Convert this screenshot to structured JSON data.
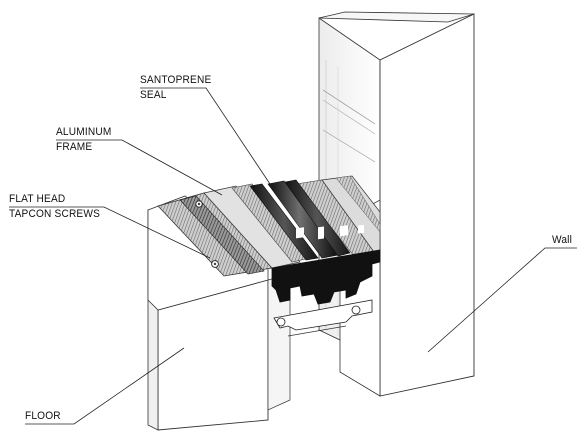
{
  "labels": {
    "seal": [
      "SANTOPRENE",
      "SEAL"
    ],
    "frame": [
      "ALUMINUM",
      "FRAME"
    ],
    "screws": [
      "FLAT HEAD",
      "TAPCON SCREWS"
    ],
    "wall": "Wall",
    "floor": "FLOOR"
  },
  "colors": {
    "line": "#222222",
    "panel": "#ffffff",
    "shadow": "#e9e9e9",
    "dark_shadow": "#bdbdbd",
    "ridge": "#1e1e1e",
    "aluminum": "#d6d6d6"
  }
}
